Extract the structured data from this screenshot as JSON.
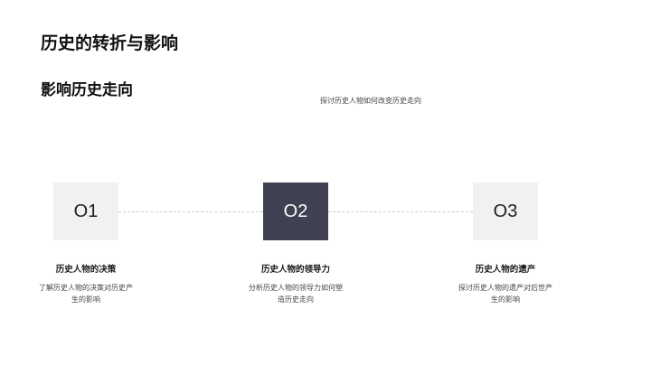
{
  "slide": {
    "title": "历史的转折与影响",
    "subtitle": "影响历史走向",
    "caption": "探讨历史人物如何改变历史走向",
    "colors": {
      "box_default": "#f1f1f1",
      "box_active": "#3f4052",
      "connector": "#cccccc"
    },
    "steps": [
      {
        "number": "O1",
        "title": "历史人物的决策",
        "description": "了解历史人物的决策对历史产生的影响",
        "active": false
      },
      {
        "number": "O2",
        "title": "历史人物的领导力",
        "description": "分析历史人物的领导力如何塑造历史走向",
        "active": true
      },
      {
        "number": "O3",
        "title": "历史人物的遗产",
        "description": "探讨历史人物的遗产对后世产生的影响",
        "active": false
      }
    ]
  }
}
